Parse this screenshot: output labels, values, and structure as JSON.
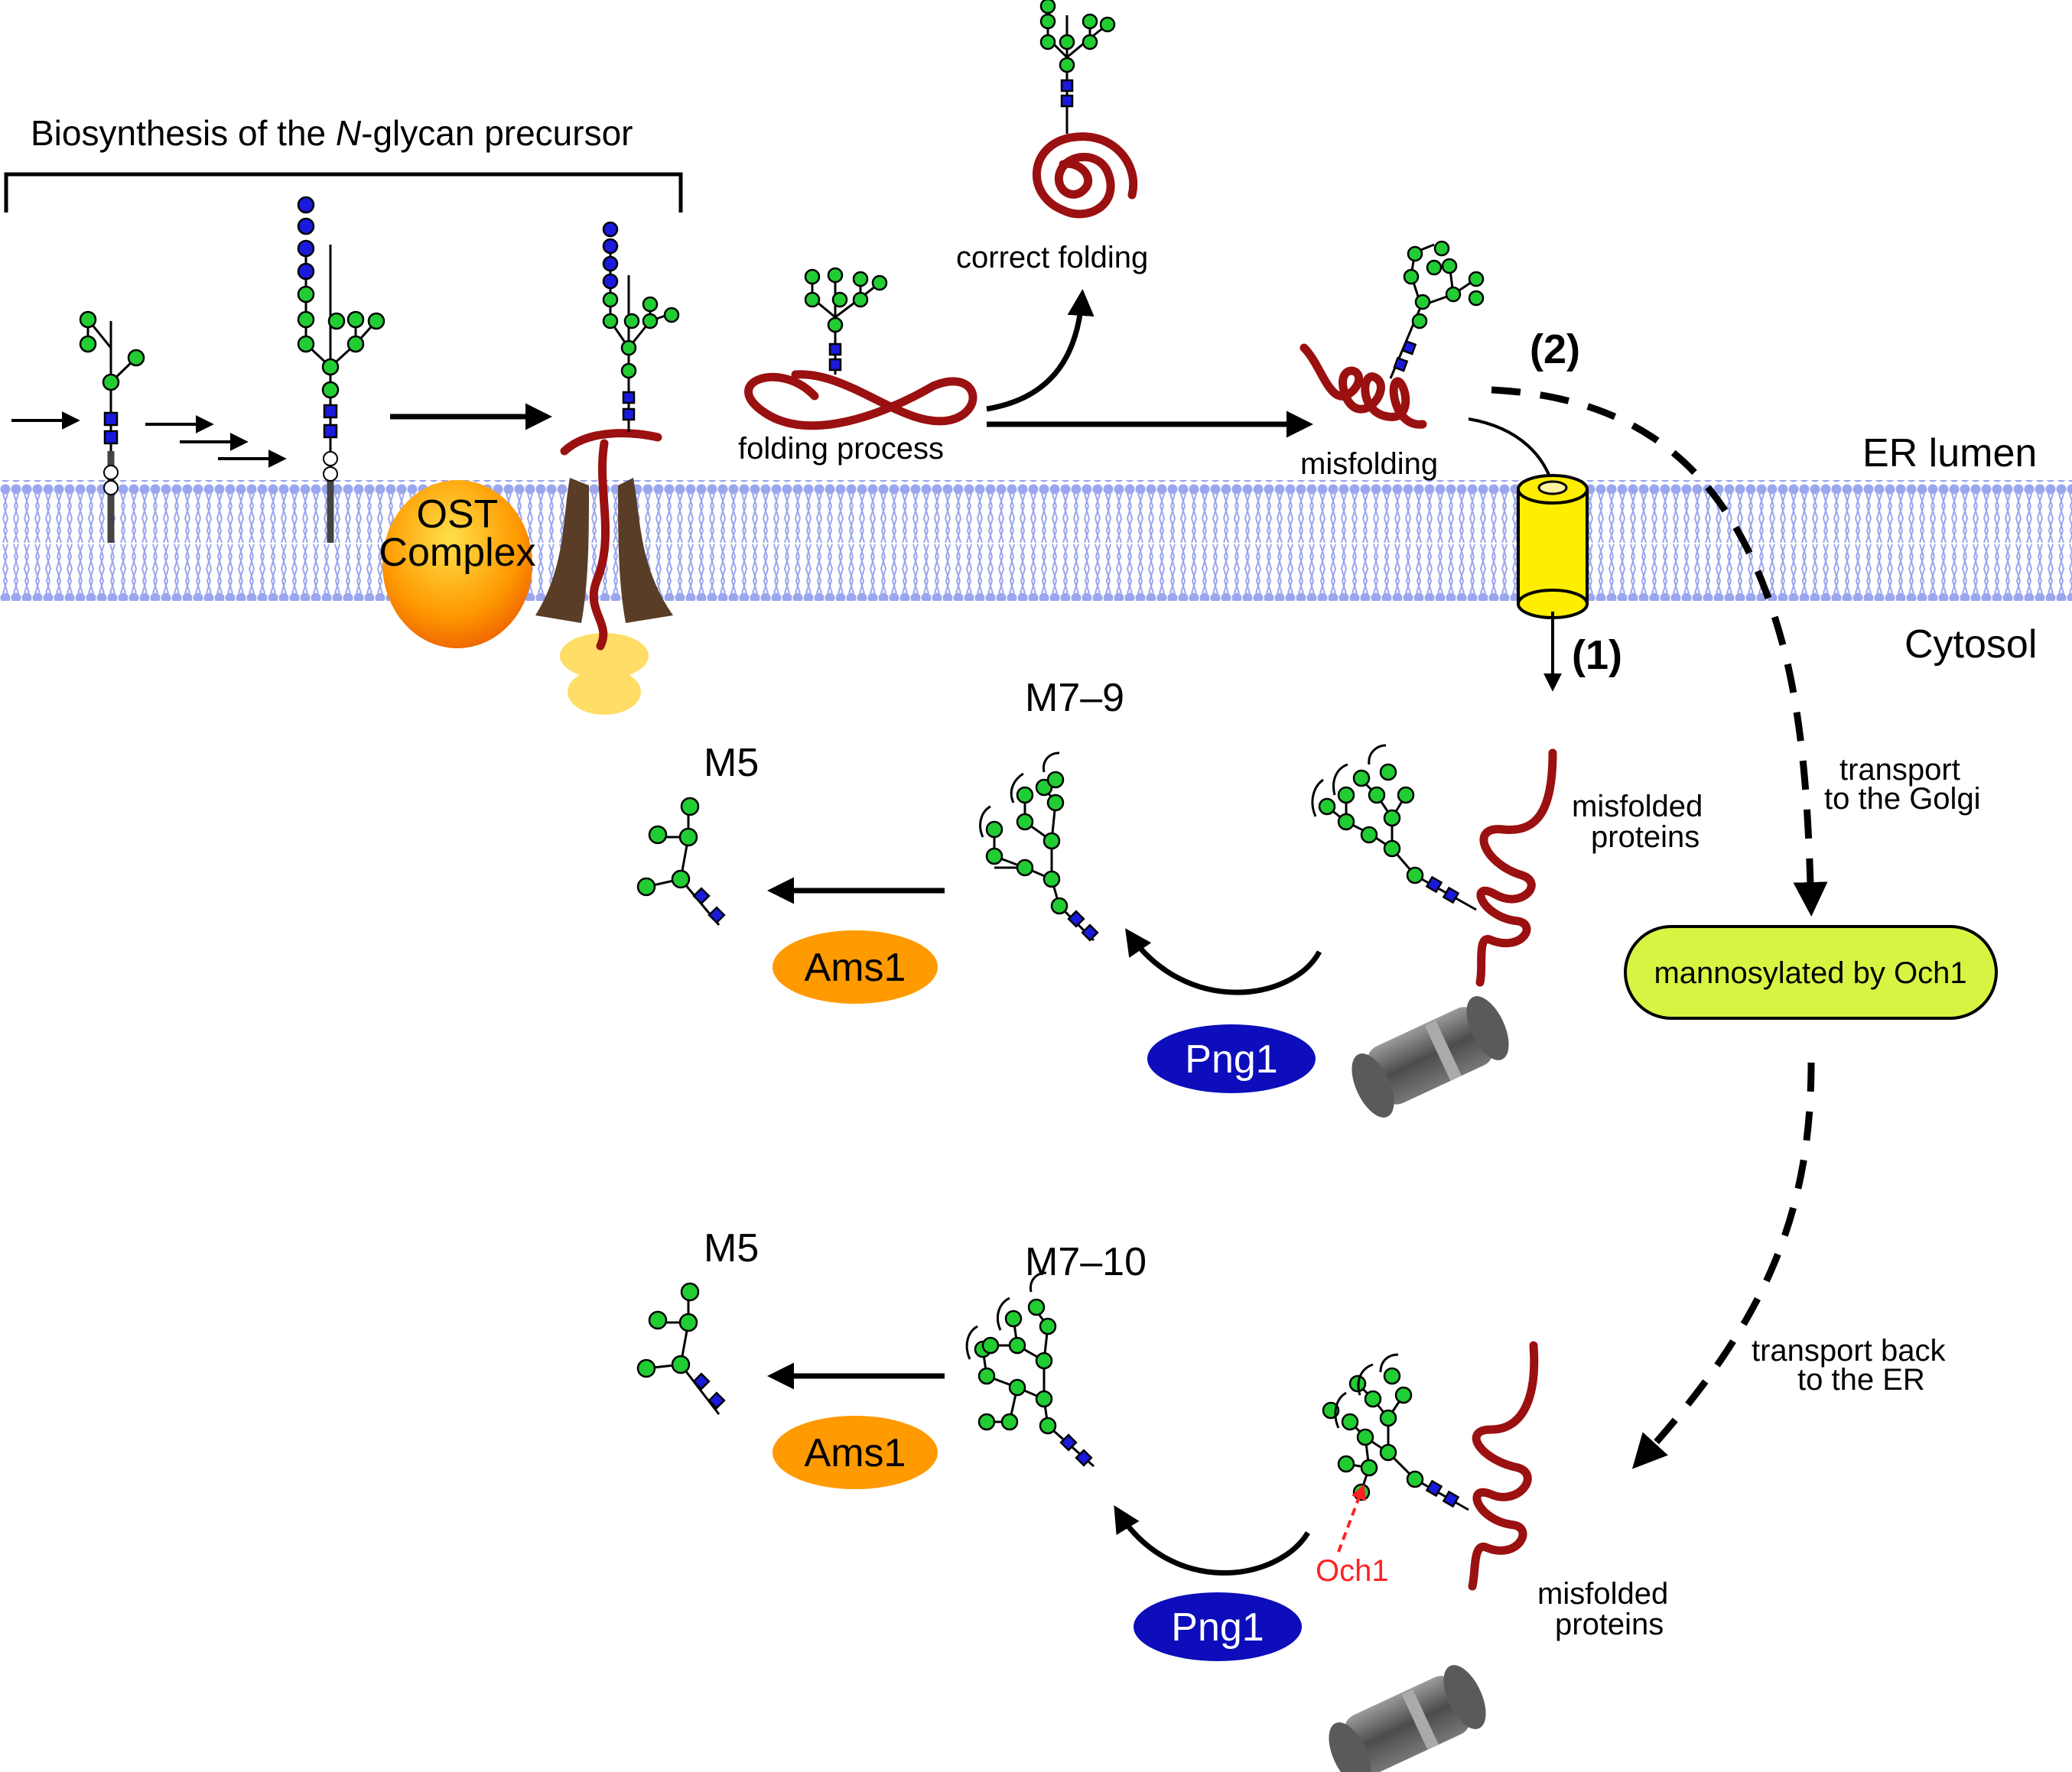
{
  "header": {
    "title_prefix": "Biosynthesis of the ",
    "title_italic": "N",
    "title_suffix": "-glycan precursor"
  },
  "compartments": {
    "er_lumen": "ER lumen",
    "cytosol": "Cytosol"
  },
  "complexes": {
    "ost_line1": "OST",
    "ost_line2": "Complex"
  },
  "steps": {
    "folding_process": "folding process",
    "correct_folding": "correct folding",
    "misfolding": "misfolding",
    "pathway1": "(1)",
    "pathway2": "(2)",
    "transport_golgi_1": "transport",
    "transport_golgi_2": "to the Golgi",
    "mannosylated": "mannosylated by Och1",
    "transport_back_1": "transport back",
    "transport_back_2": "to the ER",
    "misfolded_1a": "misfolded",
    "misfolded_1b": "proteins",
    "misfolded_2a": "misfolded",
    "misfolded_2b": "proteins"
  },
  "glycans": {
    "m79": "M7–9",
    "m710": "M7–10",
    "m5_top": "M5",
    "m5_bottom": "M5"
  },
  "enzymes": {
    "ams1_top": "Ams1",
    "ams1_bottom": "Ams1",
    "png1_top": "Png1",
    "png1_bottom": "Png1",
    "och1": "Och1"
  },
  "colors": {
    "membrane": "#9aa6ee",
    "mannose": "#22cc33",
    "glucose": "#1a1add",
    "protein": "#9b1010",
    "ost": "#ff9900",
    "ams1": "#ff9a00",
    "png1": "#0d0dbb",
    "och1_box": "#d6f542",
    "channel": "#ffee00",
    "och1_arrow": "#ff2222"
  }
}
